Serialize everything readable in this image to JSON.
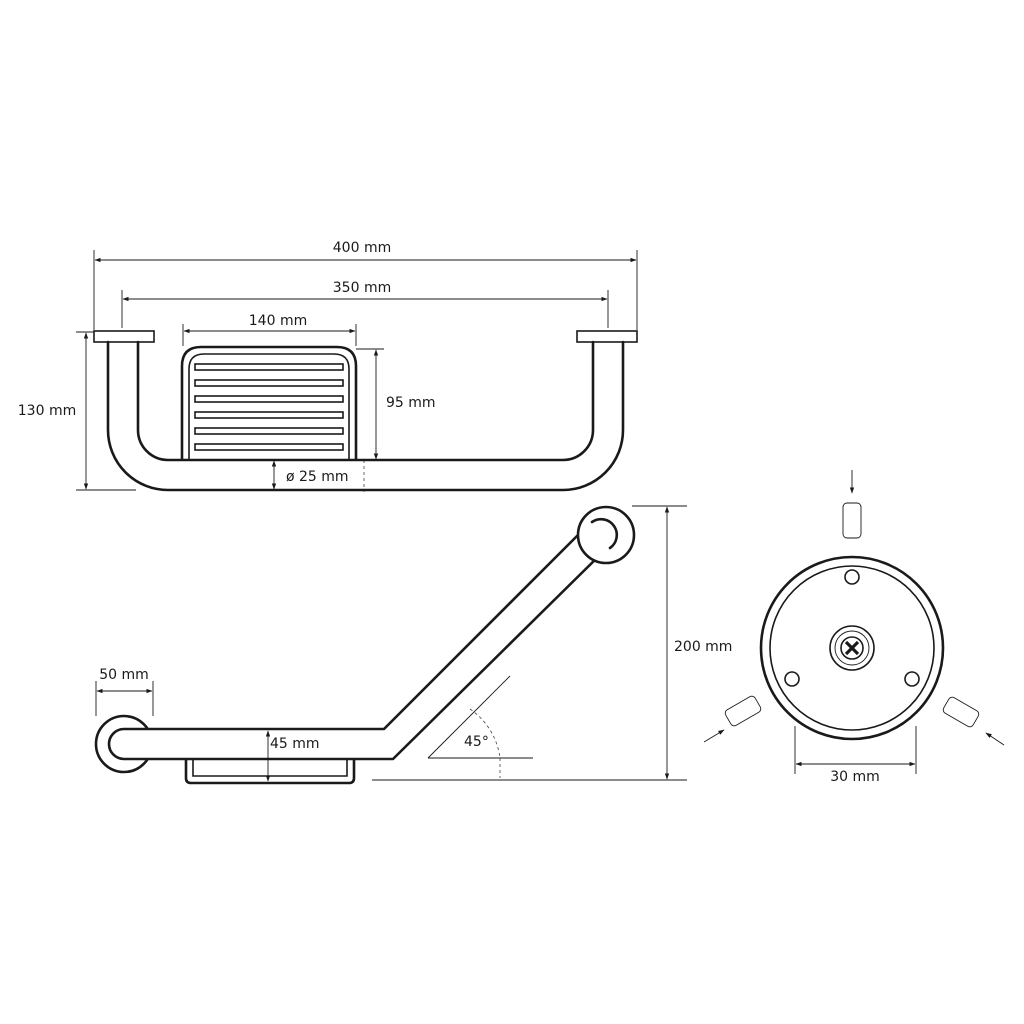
{
  "dimensions": {
    "overall_width": "400 mm",
    "mount_span": "350 mm",
    "basket_width": "140 mm",
    "overall_height": "130 mm",
    "basket_height": "95 mm",
    "tube_diameter": "ø 25 mm",
    "rosette_offset": "50 mm",
    "basket_depth": "45 mm",
    "angle": "45°",
    "rise": "200 mm",
    "rosette_diameter": "30 mm"
  },
  "colors": {
    "line": "#1a1a1a",
    "background": "#ffffff"
  }
}
